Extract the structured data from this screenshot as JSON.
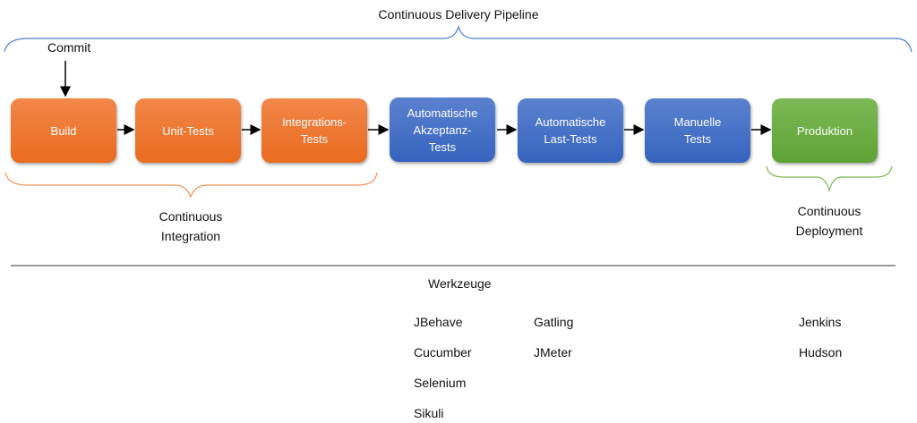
{
  "title": "Continuous Delivery Pipeline",
  "commit_label": "Commit",
  "stages": [
    {
      "label": "Build",
      "group": "ci",
      "color": "#ee7a35"
    },
    {
      "label": "Unit-Tests",
      "group": "ci",
      "color": "#ee7a35"
    },
    {
      "label": "Integrations-\nTests",
      "group": "ci",
      "color": "#ee7a35"
    },
    {
      "label": "Automatische\nAkzeptanz-\nTests",
      "group": "testing",
      "color": "#4a72c4"
    },
    {
      "label": "Automatische\nLast-Tests",
      "group": "testing",
      "color": "#4a72c4"
    },
    {
      "label": "Manuelle\nTests",
      "group": "testing",
      "color": "#4a72c4"
    },
    {
      "label": "Produktion",
      "group": "cd",
      "color": "#6fae47"
    }
  ],
  "groups": {
    "ci_label": "Continuous\nIntegration",
    "cd_label": "Continuous\nDeployment"
  },
  "tools": {
    "heading": "Werkzeuge",
    "acceptance": [
      "JBehave",
      "Cucumber",
      "Selenium",
      "Sikuli"
    ],
    "load": [
      "Gatling",
      "JMeter"
    ],
    "deployment": [
      "Jenkins",
      "Hudson"
    ]
  },
  "colors": {
    "pipeline_brace": "#4a7fd0",
    "ci_brace": "#f0935a",
    "cd_brace": "#7cb956",
    "divider": "#999999"
  }
}
